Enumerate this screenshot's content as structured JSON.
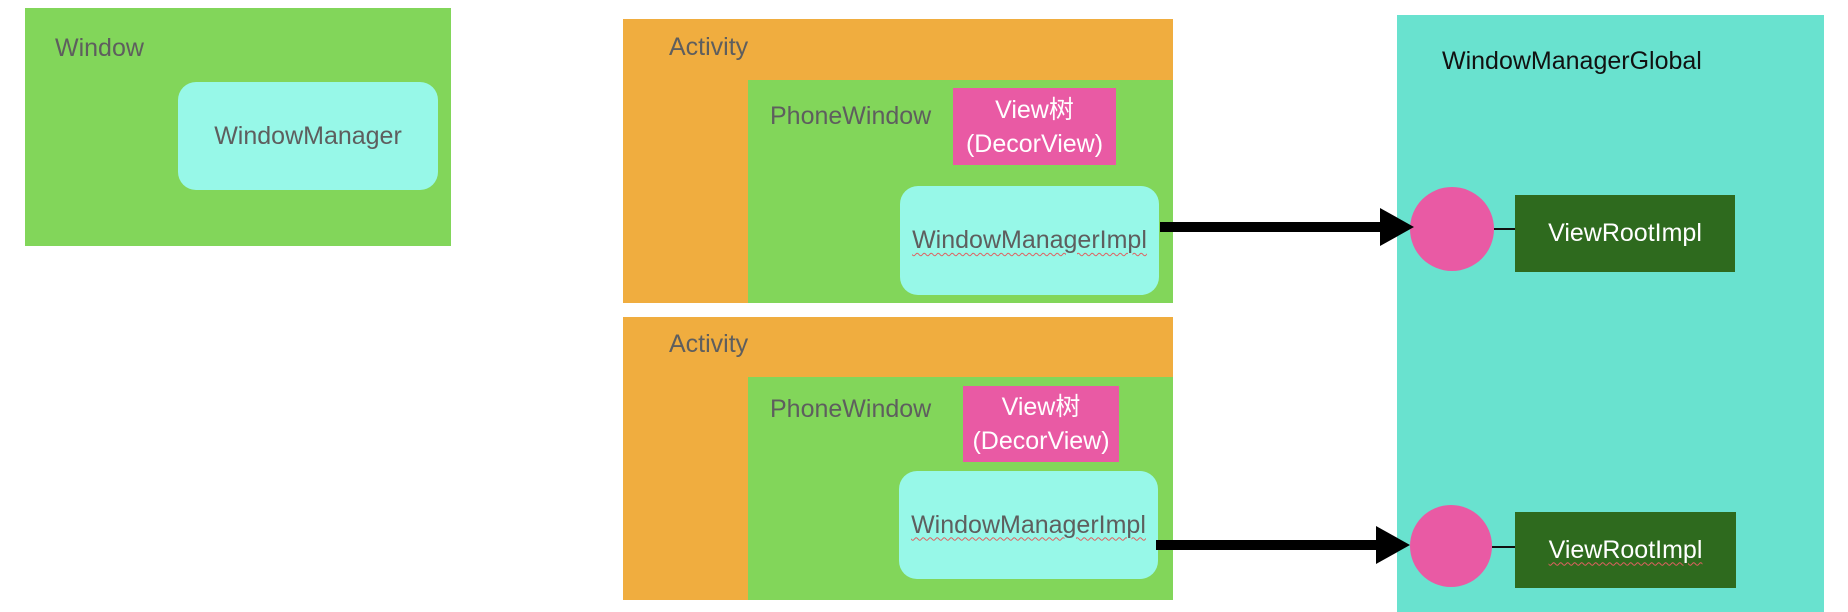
{
  "window_box": {
    "title": "Window",
    "window_manager": "WindowManager"
  },
  "activities": [
    {
      "title": "Activity",
      "phone_window": "PhoneWindow",
      "view_tree_line1": "View树",
      "view_tree_line2": "(DecorView)",
      "window_manager_impl": "WindowManagerImpl"
    },
    {
      "title": "Activity",
      "phone_window": "PhoneWindow",
      "view_tree_line1": "View树",
      "view_tree_line2": "(DecorView)",
      "window_manager_impl": "WindowManagerImpl"
    }
  ],
  "global": {
    "title": "WindowManagerGlobal",
    "roots": [
      {
        "label": "ViewRootImpl"
      },
      {
        "label": "ViewRootImpl"
      }
    ]
  },
  "colors": {
    "window_green": "#82d65a",
    "activity_orange": "#f0ad3f",
    "manager_cyan": "#97f8e8",
    "global_teal": "#69e2cf",
    "view_tree_pink": "#e95aa4",
    "root_dark_green": "#2e6a1e"
  }
}
